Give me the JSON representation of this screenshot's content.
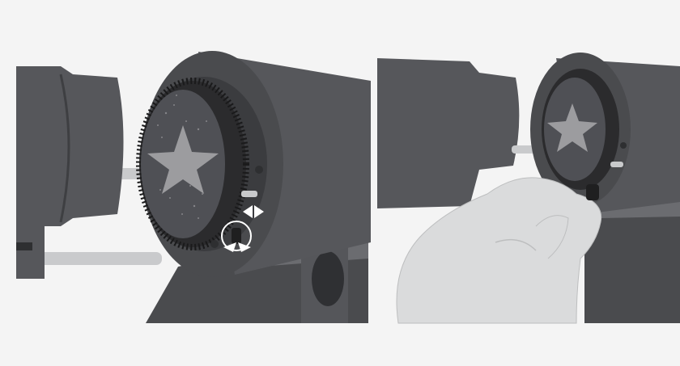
{
  "figure": {
    "panels": [
      {
        "id": "left",
        "step": "adjust-knob-indicated"
      },
      {
        "id": "right",
        "step": "hand-turning-knob"
      }
    ]
  },
  "colors": {
    "background": "#f4f4f4",
    "panel_bg": "#f1f1f1",
    "body_dark": "#4a4b4e",
    "body_mid": "#5a5b5f",
    "body_light": "#6b6c70",
    "ring": "#2b2b2d",
    "reticle_bg": "#4f5055",
    "star": "#9c9c9f",
    "rod": "#c9cacc",
    "hand": "#dadbdc",
    "arrow_white": "#ffffff"
  },
  "icons": {
    "star": "star-icon",
    "rotate_arrows": "rotate-arrows-icon",
    "horizontal_arrows": "horizontal-arrows-icon"
  }
}
